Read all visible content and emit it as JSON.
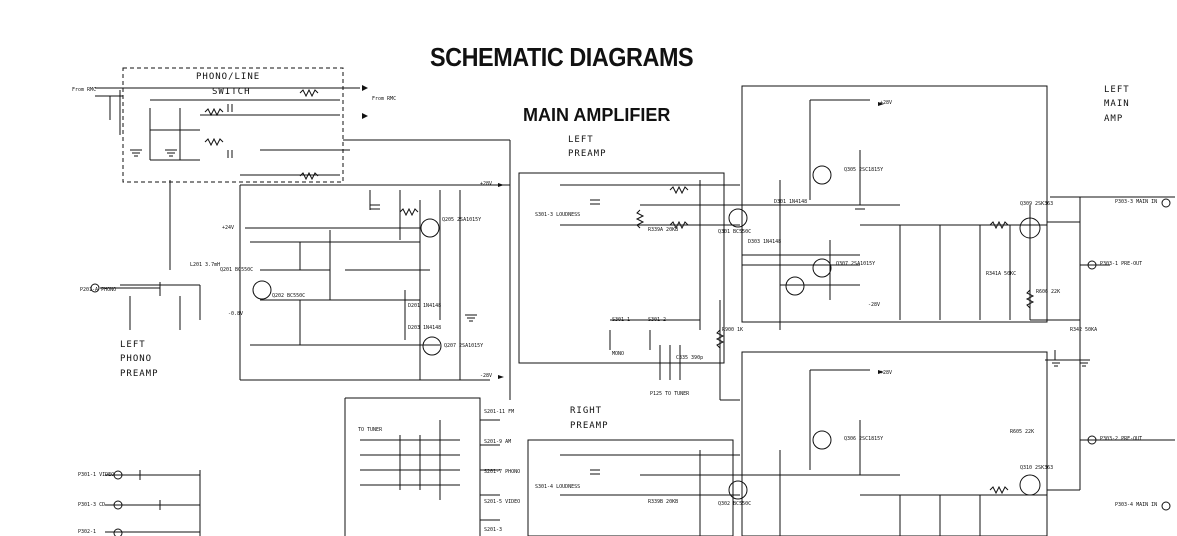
{
  "title": "SCHEMATIC DIAGRAMS",
  "subtitle": "MAIN AMPLIFIER",
  "blocks": {
    "phono_line_switch": [
      "PHONO/LINE",
      "SWITCH"
    ],
    "left_phono_preamp": [
      "LEFT",
      "PHONO",
      "PREAMP"
    ],
    "left_preamp": [
      "LEFT",
      "PREAMP"
    ],
    "right_preamp": [
      "RIGHT",
      "PREAMP"
    ],
    "left_main_amp": [
      "LEFT",
      "MAIN",
      "AMP"
    ]
  },
  "labels": {
    "from_rmc_1": "From RMC",
    "from_rmc_2": "From RMC",
    "phono_jack": "P201-A PHONO",
    "video_jack": "P301-1 VIDEO",
    "cd_jack": "P301-3 CD",
    "p302": "P302-1",
    "pre_out_1": "P303-1 PRE-OUT",
    "pre_out_2": "P303-2 PRE-OUT",
    "main_in_1": "P303-3 MAIN IN",
    "main_in_2": "P303-4 MAIN IN",
    "to_tuner": "TO TUNER",
    "p125_tuner": "P125 TO TUNER",
    "mono": "MONO",
    "s201_11": "S201-11 FM",
    "s201_9": "S201-9 AM",
    "s201_7": "S201-7 PHONO",
    "s201_5": "S201-5 VIDEO",
    "s201_3": "S201-3",
    "s301_1": "S301-1",
    "s301_2": "S301-2",
    "s301_3": "S301-3 LOUDNESS",
    "s301_4": "S301-4 LOUDNESS",
    "v_plus28_1": "+28V",
    "v_plus28_2": "+28V",
    "v_plus28_3": "+28V",
    "v_minus28_1": "-28V",
    "v_minus28_2": "-28V",
    "v_plus24": "+24V",
    "v_minus08": "-0.8V",
    "q201": "Q201 BC550C",
    "q202": "Q202 BC550C",
    "q205": "Q205 2SA1015Y",
    "q207": "Q207 2SA1015Y",
    "q301": "Q301 BC550C",
    "q302": "Q302 BC550C",
    "q305": "Q305 2SC1815Y",
    "q306": "Q306 2SC1815Y",
    "q307": "Q307 2SA1015Y",
    "q309": "Q309 2SK363",
    "q310": "Q310 2SK363",
    "r900": "R900 1K",
    "r606": "R606 22K",
    "r605": "R605 22K",
    "r342": "R342 50KA",
    "r341a": "R341A 50KC",
    "r339a": "R339A 20KB",
    "r339b": "R339B 20KB",
    "c335": "C335 390p",
    "d301": "D301 1N4148",
    "d303": "D303 1N4148",
    "d201": "D201 1N4148",
    "d203": "D203 1N4148",
    "l201": "L201 3.7mH"
  }
}
